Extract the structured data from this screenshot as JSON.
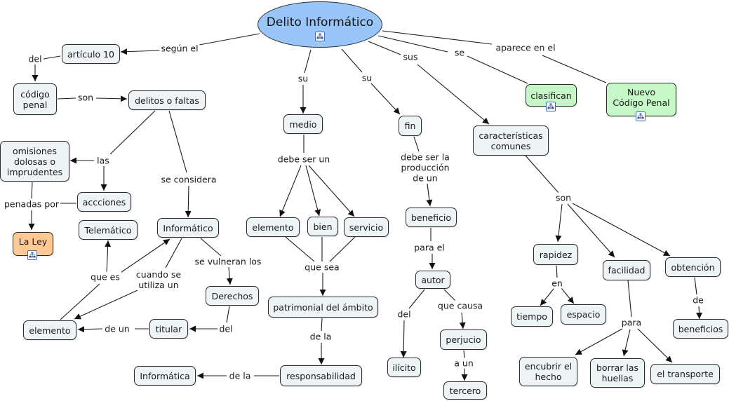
{
  "map": {
    "root": {
      "label": "Delito Informático",
      "color": "#99c6f8",
      "icon": "submap-icon"
    },
    "concepts": {
      "articulo": "artículo 10",
      "codigo_penal": "código\npenal",
      "delitos": "delitos o faltas",
      "omisiones": "omisiones\ndolosas  o\nimprudentes",
      "acciones": "accciones",
      "la_ley": "La Ley",
      "telematico": "Telemático",
      "informatico": "Informático",
      "derechos": "Derechos",
      "elemento_left": "elemento",
      "titular": "titular",
      "informatica": "Informática",
      "medio": "medio",
      "elemento_mid": "elemento",
      "bien": "bien",
      "servicio": "servicio",
      "patrimonial": "patrimonial del ámbito",
      "responsabilidad": "responsabilidad",
      "fin": "fin",
      "beneficio": "beneficio",
      "autor": "autor",
      "ilicito": "ilícito",
      "perjucio": "perjucio",
      "tercero": "tercero",
      "caracteristicas": "características\ncomunes",
      "clasifican": "clasifican",
      "nuevo_codigo": "Nuevo\nCódigo Penal",
      "rapidez": "rapidez",
      "tiempo": "tiempo",
      "espacio": "espacio",
      "facilidad": "facilidad",
      "encubrir": "encubrir el\nhecho",
      "borrar": "borrar las\nhuellas",
      "transporte": "el transporte",
      "obtencion": "obtención",
      "beneficios": "beneficios"
    },
    "links": {
      "segun_el": "según el",
      "del_1": "del",
      "son_1": "son",
      "las": "las",
      "penadas_por": "penadas por",
      "se_considera": "se considera",
      "que_es": "que es",
      "cuando_se": "cuando se\nutiliza un",
      "se_vulneran": "se vulneran los",
      "de_un": "de un",
      "del_2": "del",
      "su_1": "su",
      "debe_ser_un": "debe ser un",
      "que_sea": "que sea",
      "de_la_1": "de la",
      "de_la_2": "de la",
      "su_2": "su",
      "debe_ser_la": "debe ser la\nproducción\nde un",
      "para_el": "para el",
      "del_3": "del",
      "que_causa": "que causa",
      "a_un": "a un",
      "sus": "sus",
      "se": "se",
      "aparece": "aparece en el",
      "son_2": "son",
      "en": "en",
      "para": "para",
      "de": "de"
    },
    "colors": {
      "concept": "#eef3f6",
      "linked_concept": "#c6f7c6",
      "resource_concept": "#ffc996",
      "root": "#99c6f8"
    }
  }
}
